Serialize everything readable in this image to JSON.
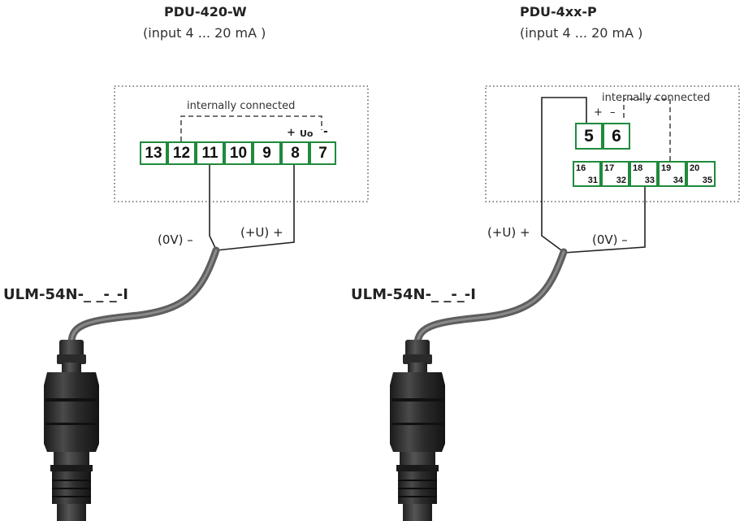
{
  "left_device": {
    "title": "PDU-420-W",
    "subtitle": "(input 4 ... 20 mA )",
    "internal_note": "internally connected",
    "terminals": [
      "13",
      "12",
      "11",
      "10",
      "9",
      "8",
      "7"
    ],
    "uo_plus": "+",
    "uo_label": "Uo",
    "uo_minus": "-",
    "wire_neg_label": "(0V) –",
    "wire_pos_label": "(+U) +",
    "sensor_model": "ULM-54N-_ _-_-I"
  },
  "right_device": {
    "title": "PDU-4xx-P",
    "subtitle": "(input 4 ... 20 mA )",
    "internal_note": "internally connected",
    "plus_mark": "+",
    "minus_mark": "–",
    "main_terminals": [
      "5",
      "6"
    ],
    "small_terminals": [
      {
        "top": "16",
        "bottom": "31"
      },
      {
        "top": "17",
        "bottom": "32"
      },
      {
        "top": "18",
        "bottom": "33"
      },
      {
        "top": "19",
        "bottom": "34"
      },
      {
        "top": "20",
        "bottom": "35"
      }
    ],
    "wire_pos_label": "(+U) +",
    "wire_neg_label": "(0V) –",
    "sensor_model": "ULM-54N-_ _-_-I"
  },
  "colors": {
    "terminal_border": "#1f8a3c",
    "cable": "#6b6b6b",
    "sensor_body": "#2e2e2e"
  }
}
